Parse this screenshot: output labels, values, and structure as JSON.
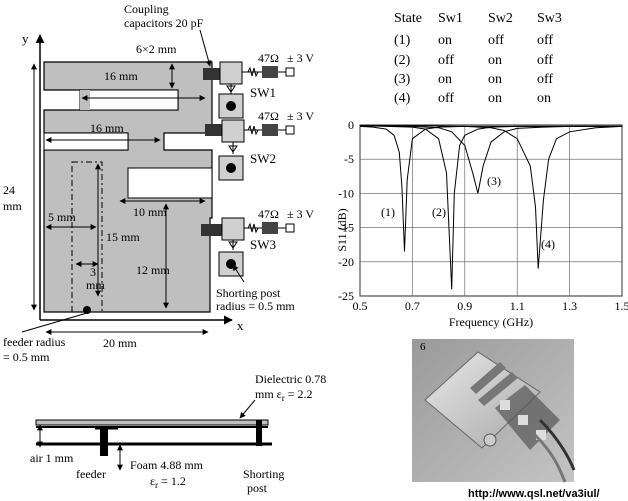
{
  "antenna": {
    "y_axis": "y",
    "x_axis": "x",
    "coupling_label_1": "Coupling",
    "coupling_label_2": "capacitors 20 pF",
    "dim_6x2": "6×2  mm",
    "dim_16a": "16  mm",
    "dim_16b": "16  mm",
    "dim_24a": "24",
    "dim_24b": "mm",
    "dim_5": "5 mm",
    "dim_15": "15  mm",
    "dim_3a": "3",
    "dim_3b": "mm",
    "dim_10": "10  mm",
    "dim_12": "12  mm",
    "dim_20": "20 mm",
    "res1": "47Ω",
    "res2": "47Ω",
    "res3": "47Ω",
    "volt1": "± 3 V",
    "volt2": "± 3 V",
    "volt3": "± 3 V",
    "sw1": "SW1",
    "sw2": "SW2",
    "sw3": "SW3",
    "short_1": "Shorting post",
    "short_2": "radius = 0.5 mm",
    "feed_1": "feeder radius",
    "feed_2": "= 0.5 mm"
  },
  "states": {
    "headers": [
      "State",
      "Sw1",
      "Sw2",
      "Sw3"
    ],
    "rows": [
      [
        "(1)",
        "on",
        "off",
        "off"
      ],
      [
        "(2)",
        "off",
        "on",
        "off"
      ],
      [
        "(3)",
        "on",
        "on",
        "off"
      ],
      [
        "(4)",
        "off",
        "on",
        "on"
      ]
    ]
  },
  "chart_data": {
    "type": "line",
    "xlabel": "Frequency  (GHz)",
    "ylabel": "S11 (dB)",
    "xlim": [
      0.5,
      1.5
    ],
    "ylim": [
      -25,
      0
    ],
    "xticks": [
      "0.5",
      "0.7",
      "0.9",
      "1.1",
      "1.3",
      "1.5"
    ],
    "yticks": [
      "0",
      "-5",
      "-10",
      "-15",
      "-20",
      "-25"
    ],
    "grid": true,
    "annotations": [
      "(1)",
      "(2)",
      "(3)",
      "(4)"
    ],
    "series": [
      {
        "label": "(1)",
        "x": [
          0.5,
          0.55,
          0.6,
          0.63,
          0.65,
          0.66,
          0.67,
          0.68,
          0.7,
          0.75,
          0.8,
          0.9,
          1.0,
          1.1,
          1.2,
          1.3,
          1.4,
          1.5
        ],
        "y": [
          -0.2,
          -0.3,
          -0.6,
          -1.5,
          -4,
          -9,
          -18.5,
          -8,
          -2,
          -0.6,
          -0.3,
          -0.2,
          -0.2,
          -0.2,
          -0.2,
          -0.2,
          -0.2,
          -0.2
        ]
      },
      {
        "label": "(2)",
        "x": [
          0.5,
          0.6,
          0.7,
          0.75,
          0.8,
          0.83,
          0.85,
          0.86,
          0.88,
          0.9,
          0.95,
          1.0,
          1.1,
          1.2,
          1.3,
          1.5
        ],
        "y": [
          -0.1,
          -0.2,
          -0.3,
          -0.6,
          -2,
          -7,
          -24,
          -10,
          -3,
          -1.5,
          -0.6,
          -0.3,
          -0.2,
          -0.2,
          -0.2,
          -0.2
        ]
      },
      {
        "label": "(3)",
        "x": [
          0.5,
          0.7,
          0.8,
          0.85,
          0.9,
          0.93,
          0.95,
          0.97,
          1.0,
          1.05,
          1.1,
          1.2,
          1.3,
          1.5
        ],
        "y": [
          -0.1,
          -0.2,
          -0.4,
          -1,
          -3,
          -7,
          -10,
          -6,
          -2.5,
          -1,
          -0.5,
          -0.3,
          -0.2,
          -0.2
        ]
      },
      {
        "label": "(4)",
        "x": [
          0.5,
          0.7,
          0.9,
          1.0,
          1.05,
          1.1,
          1.15,
          1.17,
          1.18,
          1.2,
          1.22,
          1.25,
          1.3,
          1.4,
          1.5
        ],
        "y": [
          -0.1,
          -0.1,
          -0.2,
          -0.4,
          -0.8,
          -2,
          -6,
          -12,
          -21,
          -11,
          -5,
          -2,
          -1,
          -0.4,
          -0.2
        ]
      }
    ]
  },
  "cross_section": {
    "dielectric_1": "Dielectric 0.78",
    "dielectric_2": "mm ε",
    "dielectric_sub": "r",
    "dielectric_3": " = 2.2",
    "air": "air 1 mm",
    "foam": "Foam 4.88 mm",
    "foam_eps": "ε",
    "foam_eps_sub": "r",
    "foam_eps_val": " = 1.2",
    "feeder": "feeder",
    "short_1": "Shorting",
    "short_2": "post"
  },
  "photo": {
    "url": "http://www.qsl.net/va3iul/"
  },
  "colors": {
    "patch": "#bfbfbf",
    "switch": "#d0d0d0",
    "capacitor": "#333333",
    "grid": "#555555"
  }
}
